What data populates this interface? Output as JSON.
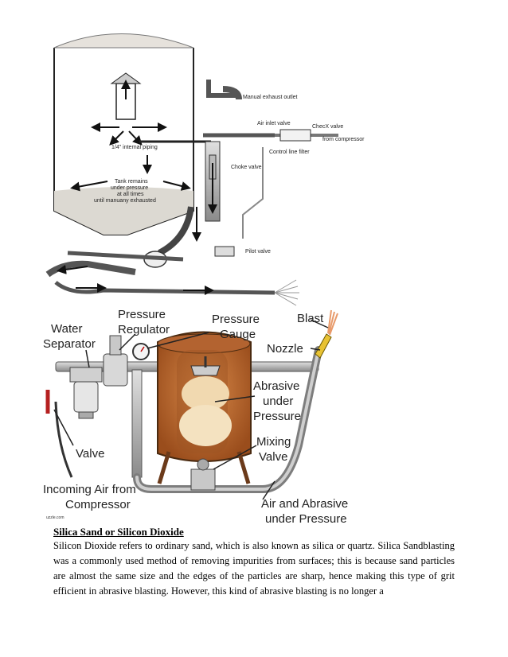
{
  "diagram1": {
    "labels": {
      "manual_exhaust": "Manual exhaust outlet",
      "air_inlet": "Air inlet valve",
      "checx": "ChecX valve",
      "from_compressor": "from compressor",
      "control_filter": "Control line filter",
      "internal_piping": "1/4\" internal piping",
      "choke": "Choke valve",
      "tank_line1": "Tank remains",
      "tank_line2": "under pressure",
      "tank_line3": "at all times",
      "tank_line4": "until manuany exhausted",
      "pilot": "Pilot valve"
    }
  },
  "diagram2": {
    "labels": {
      "water_sep_1": "Water",
      "water_sep_2": "Separator",
      "press_reg_1": "Pressure",
      "press_reg_2": "Regulator",
      "press_gauge_1": "Pressure",
      "press_gauge_2": "Gauge",
      "blast": "Blast",
      "nozzle": "Nozzle",
      "abrasive_1": "Abrasive",
      "abrasive_2": "under",
      "abrasive_3": "Pressure",
      "mixing_1": "Mixing",
      "mixing_2": "Valve",
      "valve": "Valve",
      "incoming_1": "Incoming Air from",
      "incoming_2": "Compressor",
      "air_abr_1": "Air and Abrasive",
      "air_abr_2": "under Pressure",
      "source": "uzzle.com"
    }
  },
  "text": {
    "heading": "Silica Sand or Silicon Dioxide",
    "paragraph": "Silicon Dioxide refers to ordinary sand, which is also known as silica or quartz. Silica Sandblasting was a commonly used method of removing impurities from surfaces; this is because sand particles are almost the same size and the edges of the particles are sharp, hence making this type of grit efficient in abrasive blasting. However, this kind of abrasive blasting is no longer a"
  }
}
